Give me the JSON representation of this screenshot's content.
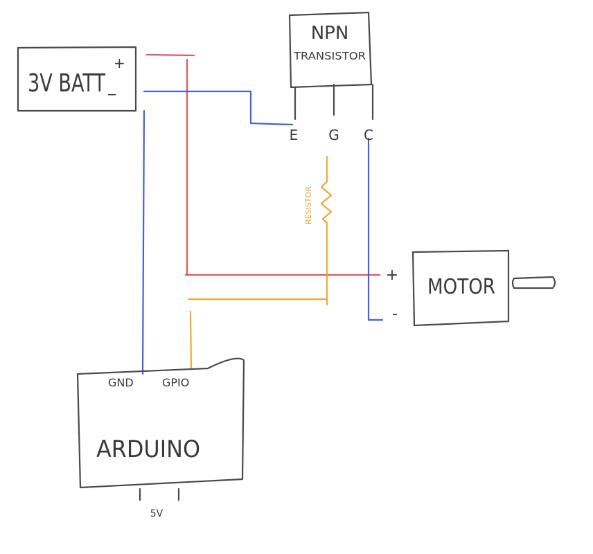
{
  "colors": {
    "positive_wire": "#e0454f",
    "ground_wire": "#3050d8",
    "signal_wire": "#f0a020",
    "outline": "#4a4a4a"
  },
  "battery": {
    "label": "3V BATT",
    "plus": "+",
    "minus": "_"
  },
  "transistor": {
    "line1": "NPN",
    "line2": "TRANSISTOR",
    "pins": [
      "E",
      "G",
      "C"
    ]
  },
  "resistor": {
    "label": "RESISTOR"
  },
  "motor": {
    "label": "MOTOR",
    "plus": "+",
    "minus": "-"
  },
  "arduino": {
    "label": "ARDUINO",
    "gnd": "GND",
    "gpio": "GPIO",
    "power": "5V"
  }
}
